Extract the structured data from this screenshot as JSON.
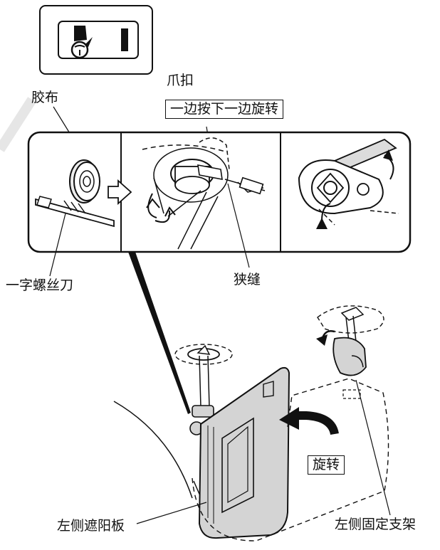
{
  "labels": {
    "claw": "爪扣",
    "press_rotate": "一边按下一边旋转",
    "tape": "胶布",
    "screwdriver": "一字螺丝刀",
    "slit": "狭缝",
    "rotate": "旋转",
    "left_visor": "左侧遮阳板",
    "left_bracket": "左侧固定支架"
  },
  "icon": "vehicle-top-view-left-visor-location-icon",
  "colors": {
    "line": "#111111",
    "visor_fill": "#d4d4d4",
    "tape_fill": "#ececec",
    "arrow_fill": "#111111"
  }
}
